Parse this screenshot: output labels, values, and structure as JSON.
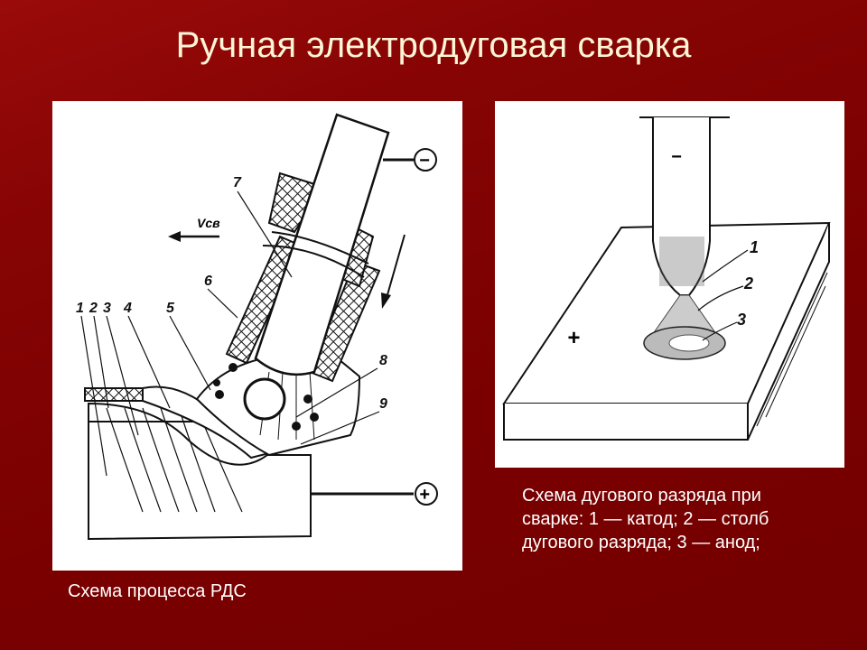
{
  "slide": {
    "title": "Ручная электродуговая сварка",
    "left_caption": "Схема процесса РДС",
    "right_caption": "Схема дугового разряда при сварке: 1 — катод; 2 — столб дугового разряда; 3 — анод;"
  },
  "left_diagram": {
    "labels": [
      "1",
      "2",
      "3",
      "4",
      "5",
      "6",
      "7",
      "8",
      "9"
    ],
    "velocity_label": "Vсв",
    "minus": "−",
    "plus": "+"
  },
  "right_diagram": {
    "labels": [
      "1",
      "2",
      "3"
    ],
    "plus": "+",
    "minus": "−"
  }
}
